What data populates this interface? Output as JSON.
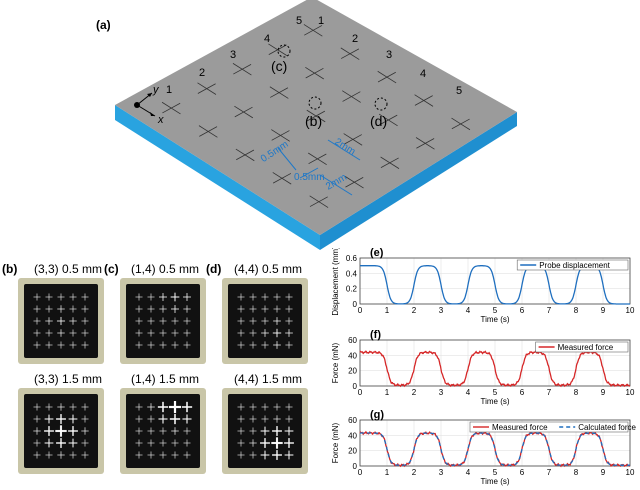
{
  "panel_a": {
    "label": "(a)",
    "top_labels": [
      "5",
      "1",
      "4",
      "2",
      "3",
      "3",
      "2",
      "4",
      "1",
      "5"
    ],
    "circle_labels": [
      "(c)",
      "(b)",
      "(d)"
    ],
    "axis_x": "x",
    "axis_y": "y",
    "dim_0_5mm_a": "0.5mm",
    "dim_0_5mm_b": "0.5mm",
    "dim_2mm_a": "2mm",
    "dim_2mm_b": "2mm",
    "colors": {
      "top": "#9a9a9a",
      "side": "#29a3e0",
      "dim": "#1e78c8"
    }
  },
  "photos": {
    "b_label": "(b)",
    "c_label": "(c)",
    "d_label": "(d)",
    "captions": [
      "(3,3) 0.5 mm",
      "(1,4) 0.5 mm",
      "(4,4) 0.5 mm",
      "(3,3) 1.5 mm",
      "(1,4) 1.5 mm",
      "(4,4) 1.5 mm"
    ]
  },
  "chart_data": [
    {
      "panel": "(e)",
      "type": "line",
      "ylabel": "Displacement (mm)",
      "xlabel": "Time (s)",
      "xlim": [
        0,
        10
      ],
      "ylim": [
        0,
        0.6
      ],
      "xticks": [
        "0",
        "1",
        "2",
        "3",
        "4",
        "5",
        "6",
        "7",
        "8",
        "9",
        "10"
      ],
      "yticks": [
        "0",
        "0.2",
        "0.4",
        "0.6"
      ],
      "high": 0.5,
      "low": 0.0,
      "plateaus": [
        [
          0,
          1
        ],
        [
          2,
          3
        ],
        [
          4,
          5
        ],
        [
          6,
          7
        ],
        [
          8,
          9
        ]
      ],
      "series": [
        {
          "name": "Probe displacement",
          "color": "#1f6fbf",
          "dash": false
        }
      ]
    },
    {
      "panel": "(f)",
      "type": "line",
      "ylabel": "Force (mN)",
      "xlabel": "Time (s)",
      "xlim": [
        0,
        10
      ],
      "ylim": [
        0,
        60
      ],
      "xticks": [
        "0",
        "1",
        "2",
        "3",
        "4",
        "5",
        "6",
        "7",
        "8",
        "9",
        "10"
      ],
      "yticks": [
        "0",
        "20",
        "40",
        "60"
      ],
      "high": 44,
      "low": 1,
      "plateaus": [
        [
          0,
          1
        ],
        [
          2,
          3
        ],
        [
          4,
          5
        ],
        [
          6,
          7
        ],
        [
          8,
          9
        ]
      ],
      "series": [
        {
          "name": "Measured force",
          "color": "#d62728",
          "dash": false
        }
      ]
    },
    {
      "panel": "(g)",
      "type": "line",
      "ylabel": "Force (mN)",
      "xlabel": "Time (s)",
      "xlim": [
        0,
        10
      ],
      "ylim": [
        0,
        60
      ],
      "xticks": [
        "0",
        "1",
        "2",
        "3",
        "4",
        "5",
        "6",
        "7",
        "8",
        "9",
        "10"
      ],
      "yticks": [
        "0",
        "20",
        "40",
        "60"
      ],
      "high": 43,
      "low": 1,
      "plateaus": [
        [
          0,
          1
        ],
        [
          2,
          3
        ],
        [
          4,
          5
        ],
        [
          6,
          7
        ],
        [
          8,
          9
        ]
      ],
      "series": [
        {
          "name": "Measured force",
          "color": "#d62728",
          "dash": false
        },
        {
          "name": "Calculated force",
          "color": "#1f6fbf",
          "dash": true
        }
      ]
    }
  ]
}
